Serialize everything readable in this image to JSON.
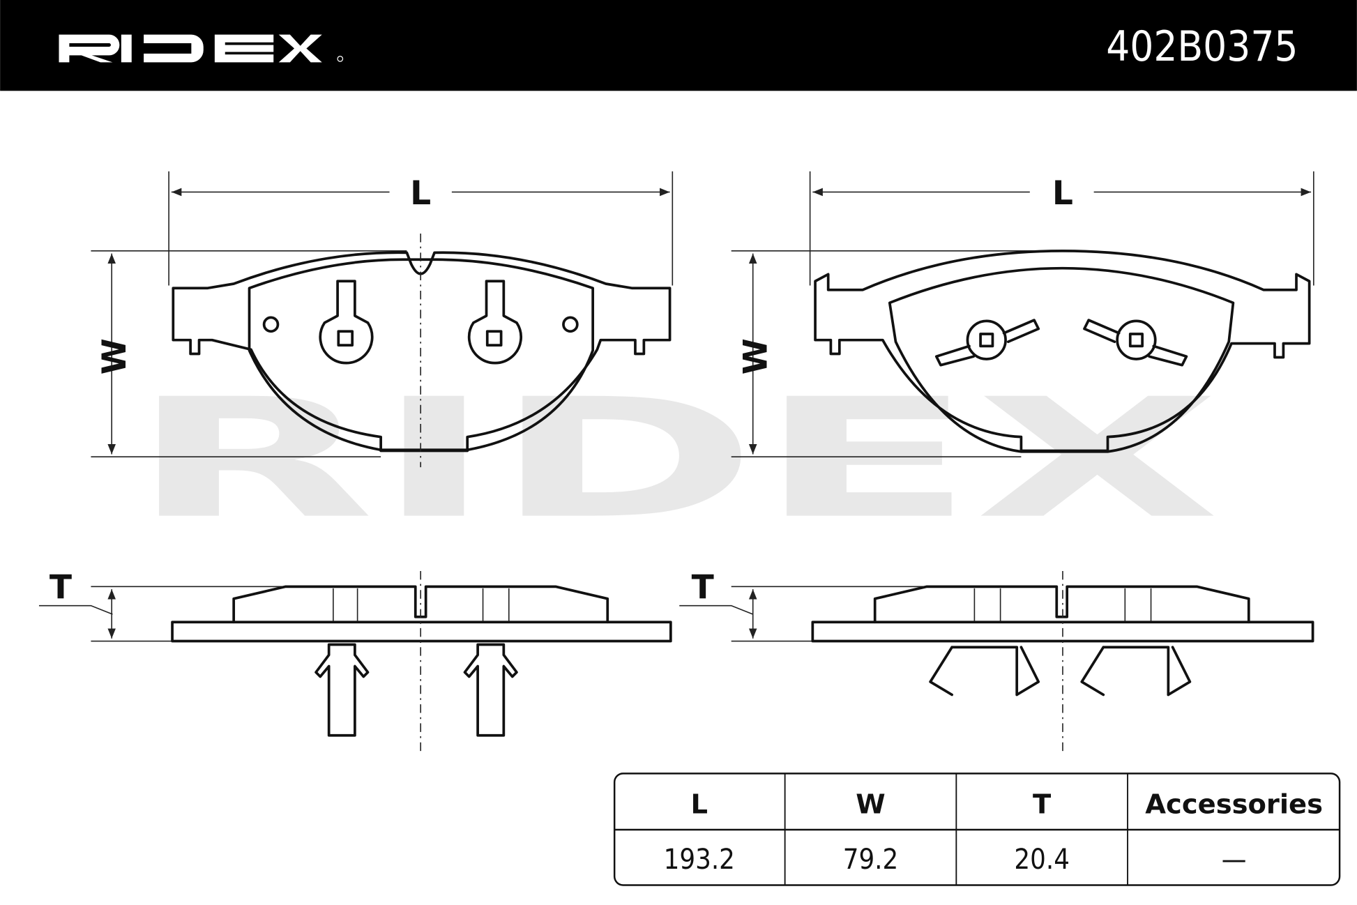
{
  "header": {
    "brand": "RIDEX",
    "part_number": "402B0375"
  },
  "watermark": {
    "brand": "RIDEX"
  },
  "dimension_labels": {
    "length": "L",
    "width": "W",
    "thickness": "T"
  },
  "colors": {
    "header_bg": "#000000",
    "line": "#111111",
    "watermark": "#e6e6e6"
  },
  "spec_table": {
    "headers": [
      "L",
      "W",
      "T",
      "Accessories"
    ],
    "values": [
      "193.2",
      "79.2",
      "20.4",
      "—"
    ]
  }
}
